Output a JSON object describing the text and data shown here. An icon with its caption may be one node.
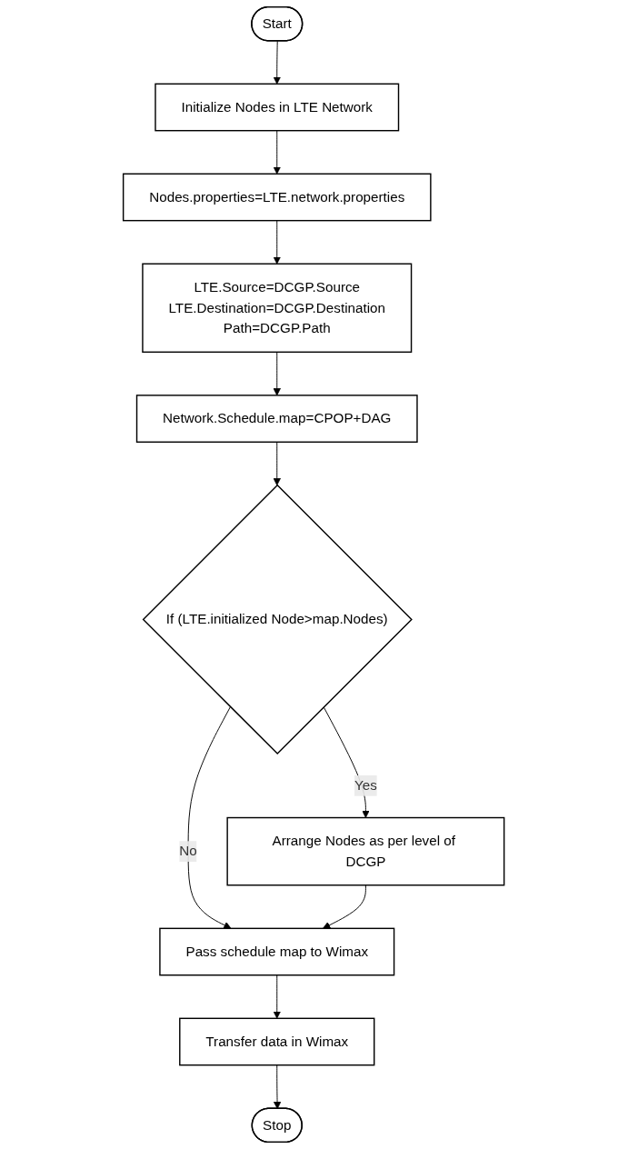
{
  "diagram": {
    "nodes": [
      {
        "text": [
          "Start"
        ]
      },
      {
        "text": [
          "Initialize Nodes in LTE Network"
        ]
      },
      {
        "text": [
          "Nodes.properties=LTE.network.properties"
        ]
      },
      {
        "text": [
          "LTE.Source=DCGP.Source",
          "LTE.Destination=DCGP.Destination",
          "Path=DCGP.Path"
        ]
      },
      {
        "text": [
          "Network.Schedule.map=CPOP+DAG"
        ]
      },
      {
        "text": [
          "If (LTE.initialized Node>map.Nodes)"
        ]
      },
      {
        "text": [
          "Arrange Nodes as per level of DCGP"
        ]
      },
      {
        "text": [
          "Pass schedule map to Wimax"
        ]
      },
      {
        "text": [
          "Transfer data in Wimax"
        ]
      },
      {
        "text": [
          "Stop"
        ]
      }
    ],
    "edges": [
      {
        "from": 0,
        "to": 1,
        "arrow": "to"
      },
      {
        "from": 1,
        "to": 2,
        "arrow": "to"
      },
      {
        "from": 2,
        "to": 3,
        "arrow": "to"
      },
      {
        "from": 3,
        "to": 4,
        "arrow": "to"
      },
      {
        "from": 4,
        "to": 5,
        "arrow": "to"
      },
      {
        "from": 5,
        "to": 6,
        "label": "Yes",
        "arrow": "to"
      },
      {
        "from": 5,
        "to": 7,
        "label": "No",
        "arrow": "to"
      },
      {
        "from": 6,
        "to": 7,
        "arrow": "to"
      },
      {
        "from": 7,
        "to": 8,
        "arrow": "to"
      },
      {
        "from": 8,
        "to": 9,
        "arrow": "to"
      }
    ]
  }
}
